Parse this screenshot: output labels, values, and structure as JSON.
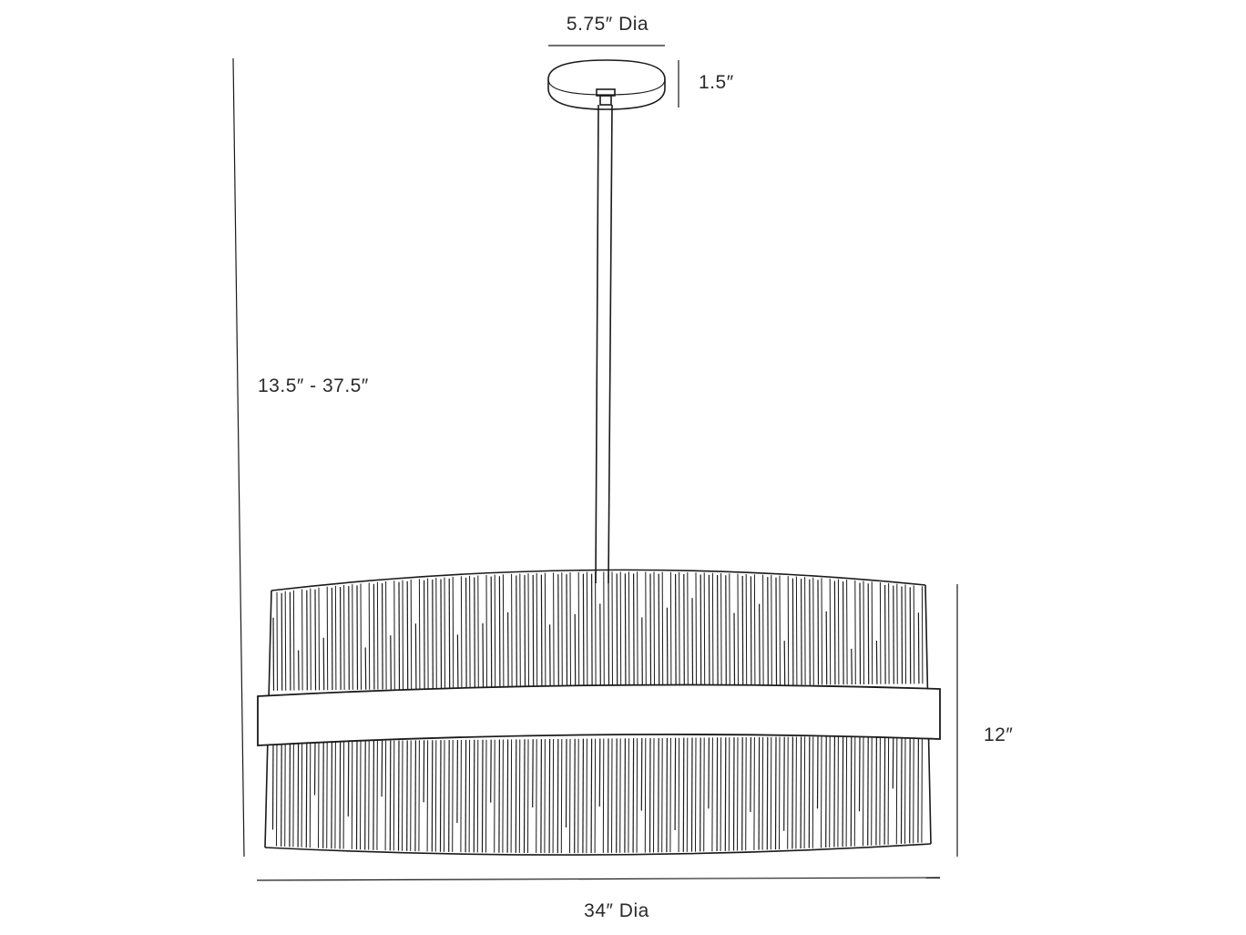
{
  "dimensions": {
    "canopy_diameter": "5.75″ Dia",
    "canopy_height": "1.5″",
    "overall_height": "13.5″ - 37.5″",
    "shade_height": "12″",
    "shade_diameter": "34″ Dia"
  },
  "colors": {
    "line": "#1a1a1a",
    "text": "#2a2a2a",
    "background": "#ffffff"
  }
}
